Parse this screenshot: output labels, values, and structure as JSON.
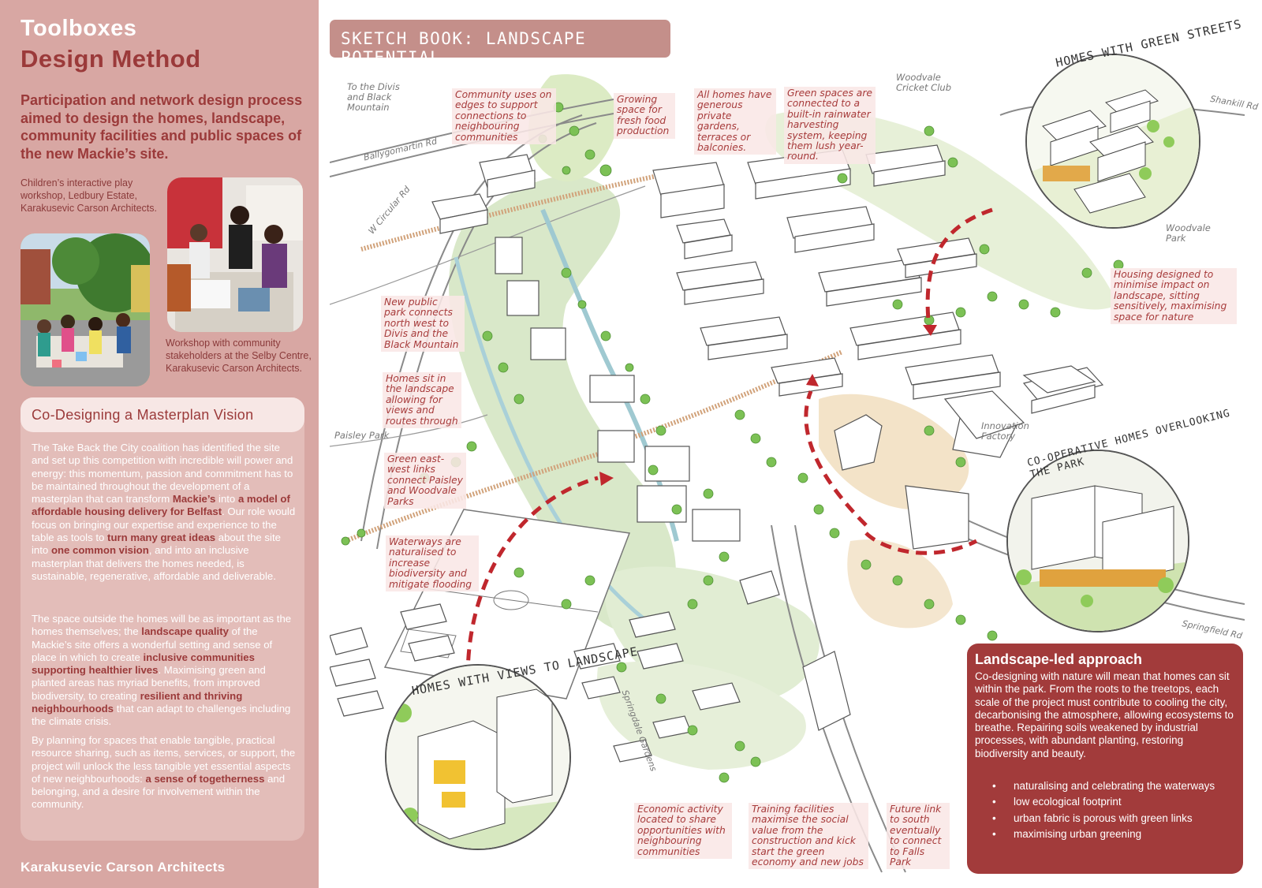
{
  "header": {
    "toolboxes": "Toolboxes",
    "design_method": "Design Method",
    "intro": "Participation and network design process aimed to design the homes, landscape, community facilities and public spaces of the new Mackie’s site."
  },
  "photos": {
    "caption_1": "Children’s interactive play workshop, Ledbury Estate, Karakusevic Carson Architects.",
    "caption_2": "Workshop with community stakeholders at the Selby Centre, Karakusevic Carson Architects."
  },
  "vision": {
    "heading": "Co-Designing a Masterplan Vision",
    "p1": [
      {
        "t": "The Take Back the City coalition has identified the site and set up this competition with incredible will power and energy: this momentum, passion and commitment has to be maintained throughout the development of a masterplan that can transform "
      },
      {
        "t": "Mackie’s",
        "b": true
      },
      {
        "t": " into "
      },
      {
        "t": "a model of affordable housing delivery for Belfast",
        "b": true
      },
      {
        "t": ". Our role would focus on bringing our expertise and experience to the table as tools to "
      },
      {
        "t": "turn many great ideas",
        "b": true
      },
      {
        "t": " about the site into "
      },
      {
        "t": "one common vision",
        "b": true
      },
      {
        "t": ", and into an inclusive masterplan that delivers the homes needed, is sustainable, regenerative, affordable and deliverable."
      }
    ],
    "p2": [
      {
        "t": "The space outside the homes will be as important as the homes themselves; the "
      },
      {
        "t": "landscape quality",
        "b": true
      },
      {
        "t": " of the Mackie’s site offers a wonderful setting and sense of place in which to create "
      },
      {
        "t": "inclusive communities supporting healthier lives",
        "b": true
      },
      {
        "t": ". Maximising green and planted areas has myriad benefits, from improved biodiversity, to creating "
      },
      {
        "t": "resilient and thriving neighbourhoods",
        "b": true
      },
      {
        "t": " that can adapt to challenges including the climate crisis."
      }
    ],
    "p3": [
      {
        "t": "By planning for spaces that enable tangible, practical resource sharing, such as items, services, or support, the project will unlock the less tangible yet essential aspects of new neighbourhoods: "
      },
      {
        "t": "a sense of togetherness",
        "b": true
      },
      {
        "t": " and belonging, and a desire for involvement within the community."
      }
    ]
  },
  "footer": {
    "credit": "Karakusevic Carson Architects"
  },
  "sketch": {
    "title": "SKETCH BOOK: LANDSCAPE POTENTIAL",
    "notes": {
      "community_uses": "Community uses on edges to support connections to neighbouring communities",
      "growing_space": "Growing space for fresh food production",
      "all_homes": "All homes have generous private gardens, terraces or balconies.",
      "green_spaces": "Green spaces are connected to a built-in rainwater harvesting system, keeping them lush year-round.",
      "new_park": "New public park connects north west to Divis and the Black Mountain",
      "homes_sit": "Homes sit in the landscape allowing for views and routes through",
      "green_links": "Green east-west links connect Paisley and Woodvale Parks",
      "waterways": "Waterways are naturalised to increase biodiversity and mitigate flooding",
      "housing_designed": "Housing designed to minimise impact on landscape, sitting sensitively, maximising space for nature",
      "economic_activity": "Economic activity located to share opportunities with neighbouring communities",
      "training_facilities": "Training facilities maximise the social value from the construction and kick start the green economy and new jobs",
      "future_link": "Future link to south eventually to connect to Falls Park"
    },
    "places": {
      "divis": "To the Divis and Black Mountain",
      "woodvale_cricket": "Woodvale Cricket Club",
      "woodvale_park": "Woodvale Park",
      "paisley_park": "Paisley Park",
      "innovation_factory": "Innovation Factory"
    },
    "roads": {
      "ballygomartin": "Ballygomartin Rd",
      "circular": "W Circular Rd",
      "shankill": "Shankill Rd",
      "springfield": "Springfield Rd",
      "springdale": "Springdale Gardens"
    },
    "circles": {
      "green_streets": "HOMES WITH GREEN STREETS",
      "cooperative": "CO-OPERATIVE HOMES OVERLOOKING THE PARK",
      "views": "HOMES WITH VIEWS TO LANDSCAPE"
    }
  },
  "landscape": {
    "title": "Landscape-led approach",
    "body": "Co-designing with nature will mean that homes can sit within the park. From the roots to the treetops, each scale of the project must contribute to cooling the city, decarbonising the atmosphere, allowing ecosystems to breathe. Repairing soils weakened by industrial processes, with abundant planting, restoring biodiversity and beauty.",
    "bullets": [
      "naturalising and celebrating the waterways",
      "low ecological footprint",
      "urban fabric is porous with green links",
      "maximising urban greening"
    ]
  },
  "colors": {
    "panel": "#d8a7a3",
    "accent": "#9b3a3a",
    "landscape_box": "#a23b3b",
    "banner": "#c48f8a",
    "route_dashes": "#c0272d"
  }
}
